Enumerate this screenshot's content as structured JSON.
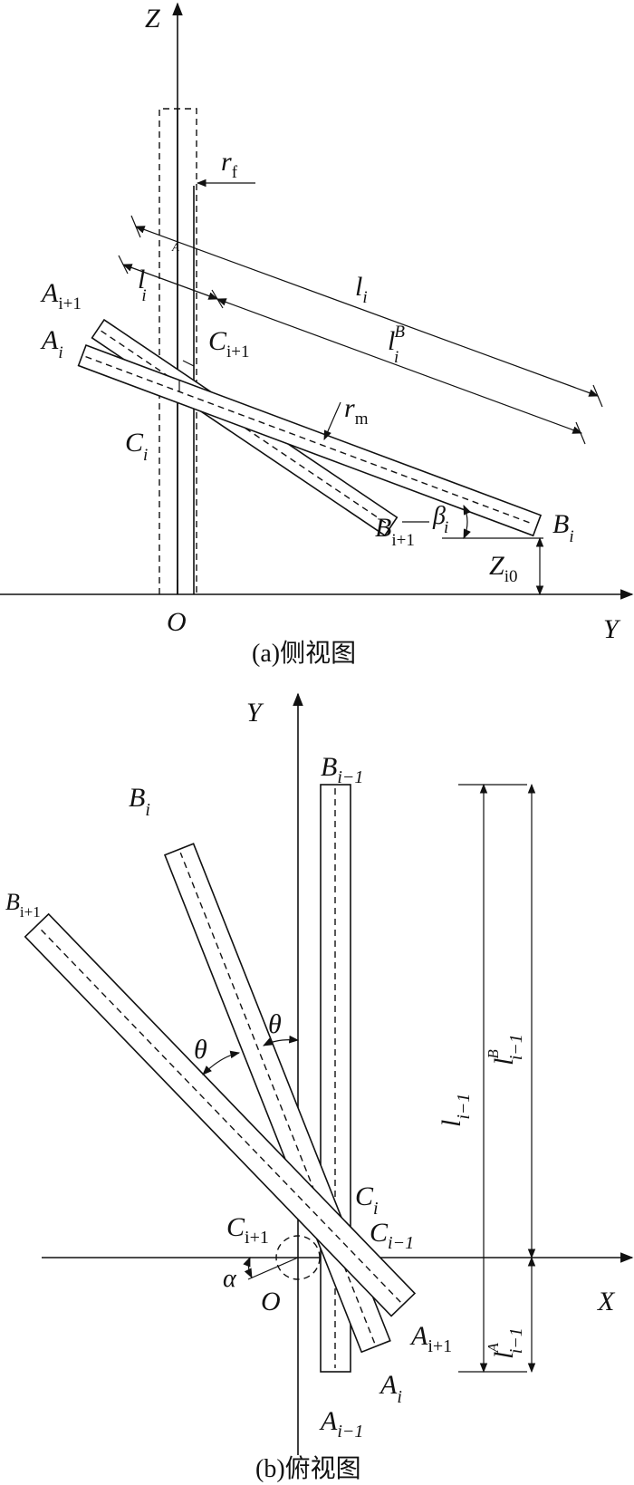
{
  "side_view": {
    "caption": "(a)侧视图",
    "axis_z": "Z",
    "axis_y": "Y",
    "origin": "O",
    "r_f": {
      "main": "r",
      "sub": "f"
    },
    "r_m": {
      "main": "r",
      "sub": "m"
    },
    "l_i": {
      "main": "l",
      "sub": "i"
    },
    "l_iA": {
      "main": "l",
      "sub": "i",
      "sup": "A"
    },
    "l_iB": {
      "main": "l",
      "sub": "i",
      "sup": "B"
    },
    "A_i1": {
      "main": "A",
      "sub": "i+1"
    },
    "A_i": {
      "main": "A",
      "sub": "i"
    },
    "C_i1": {
      "main": "C",
      "sub": "i+1"
    },
    "C_i": {
      "main": "C",
      "sub": "i"
    },
    "B_i1": {
      "main": "B",
      "sub": "i+1"
    },
    "B_i": {
      "main": "B",
      "sub": "i"
    },
    "beta": {
      "main": "β",
      "sub": "i"
    },
    "Z_i0": {
      "main": "Z",
      "sub": "i0"
    }
  },
  "top_view": {
    "caption": "(b)俯视图",
    "axis_y": "Y",
    "axis_x": "X",
    "origin": "O",
    "B_im1": {
      "main": "B",
      "sub": "i−1"
    },
    "B_i": {
      "main": "B",
      "sub": "i"
    },
    "B_i1": {
      "main": "B",
      "sub": "i+1"
    },
    "A_im1": {
      "main": "A",
      "sub": "i−1"
    },
    "A_i": {
      "main": "A",
      "sub": "i"
    },
    "A_i1": {
      "main": "A",
      "sub": "i+1"
    },
    "C_i": {
      "main": "C",
      "sub": "i"
    },
    "C_im1": {
      "main": "C",
      "sub": "i−1"
    },
    "C_i1": {
      "main": "C",
      "sub": "i+1"
    },
    "theta": "θ",
    "alpha": "α",
    "l_im1": {
      "main": "l",
      "sub": "i−1"
    },
    "l_im1_B": {
      "main": "l",
      "sub": "i−1",
      "sup": "B"
    },
    "l_im1_A": {
      "main": "l",
      "sub": "i−1",
      "sup": "A"
    }
  }
}
